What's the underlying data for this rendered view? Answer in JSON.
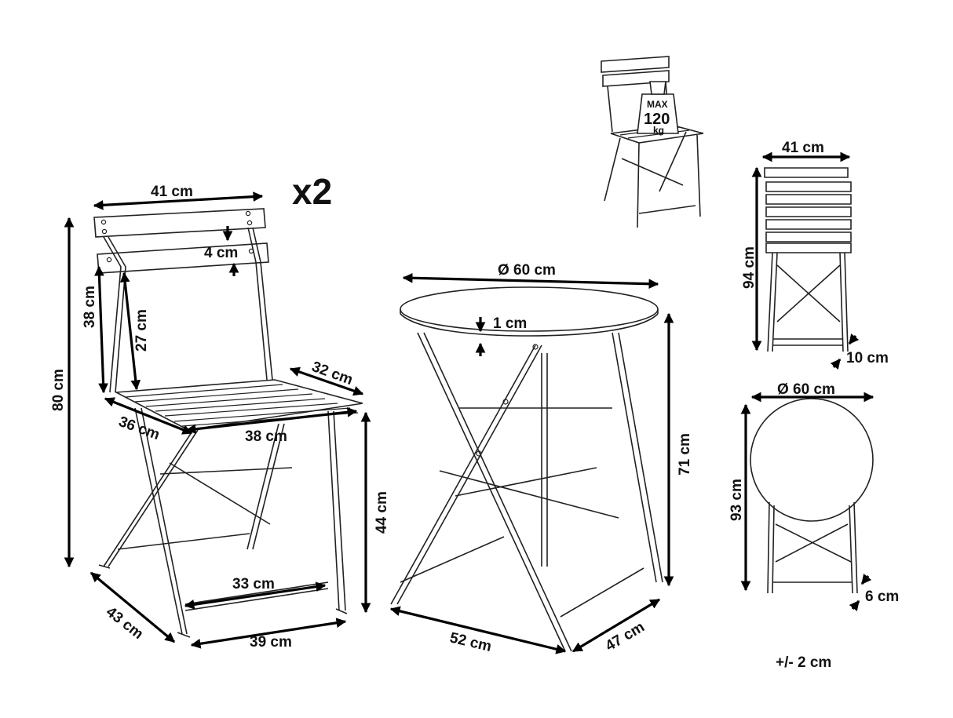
{
  "quantity_label": "x2",
  "weight_badge": {
    "line1": "MAX",
    "line2": "120",
    "line3": "kg"
  },
  "chair": {
    "width_top": "41 cm",
    "slat_gap": "4 cm",
    "height_total": "80 cm",
    "backrest_height": "38 cm",
    "backrest_inner": "27 cm",
    "seat_depth_side": "32 cm",
    "seat_depth_front": "36 cm",
    "seat_width": "38 cm",
    "seat_height": "44 cm",
    "footrest_width": "33 cm",
    "base_depth": "43 cm",
    "base_width": "39 cm"
  },
  "table": {
    "diameter": "Ø 60 cm",
    "top_thickness": "1 cm",
    "height": "71 cm",
    "base_width": "52 cm",
    "base_depth": "47 cm"
  },
  "folded_chair": {
    "width": "41 cm",
    "height": "94 cm",
    "thickness": "10 cm"
  },
  "folded_table": {
    "diameter": "Ø 60 cm",
    "height": "93 cm",
    "thickness": "6 cm"
  },
  "tolerance": "+/- 2 cm",
  "colors": {
    "line": "#222222",
    "dimension": "#000000",
    "background": "#ffffff"
  }
}
